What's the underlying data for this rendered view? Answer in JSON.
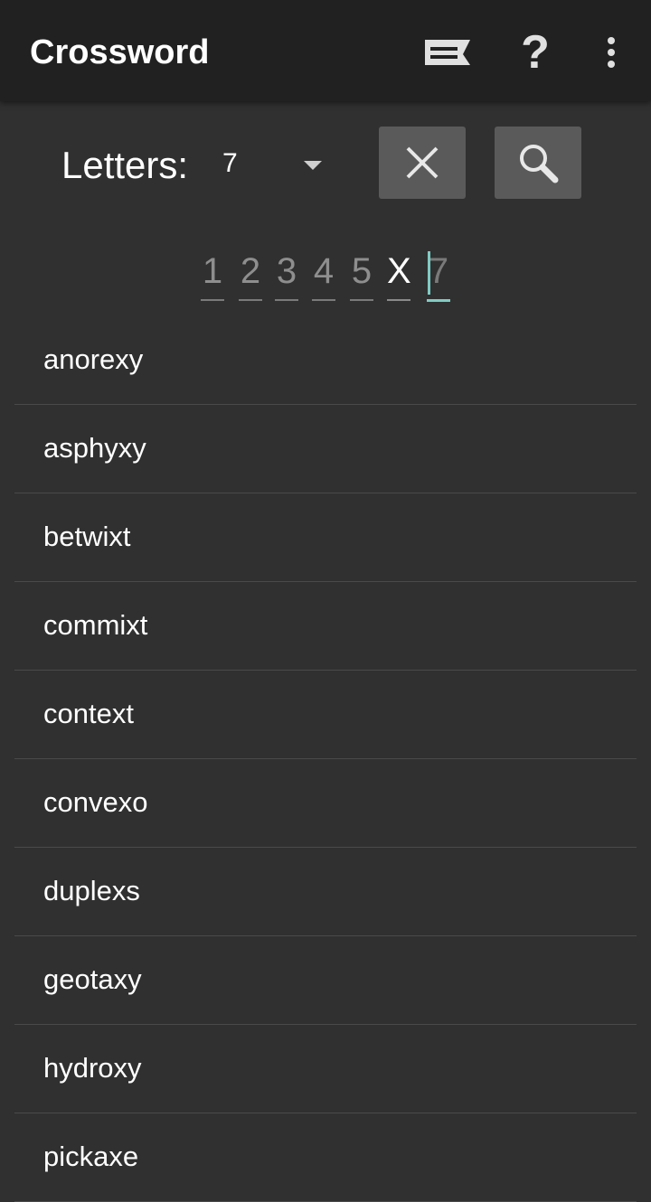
{
  "app_bar": {
    "title": "Crossword",
    "icons": [
      "feedback-icon",
      "help-icon",
      "more-vert-icon"
    ],
    "help_glyph": "?"
  },
  "controls": {
    "letters_label": "Letters:",
    "letters_value": "7",
    "clear_icon": "close-icon",
    "search_icon": "search-icon"
  },
  "pattern": {
    "cells": [
      "1",
      "2",
      "3",
      "4",
      "5",
      "X",
      "7"
    ]
  },
  "results": [
    "anorexy",
    "asphyxy",
    "betwixt",
    "commixt",
    "context",
    "convexo",
    "duplexs",
    "geotaxy",
    "hydroxy",
    "pickaxe"
  ],
  "colors": {
    "app_bar_bg": "#212121",
    "background": "#303030",
    "button_bg": "#5a5a5a",
    "accent": "#80cbc4"
  }
}
